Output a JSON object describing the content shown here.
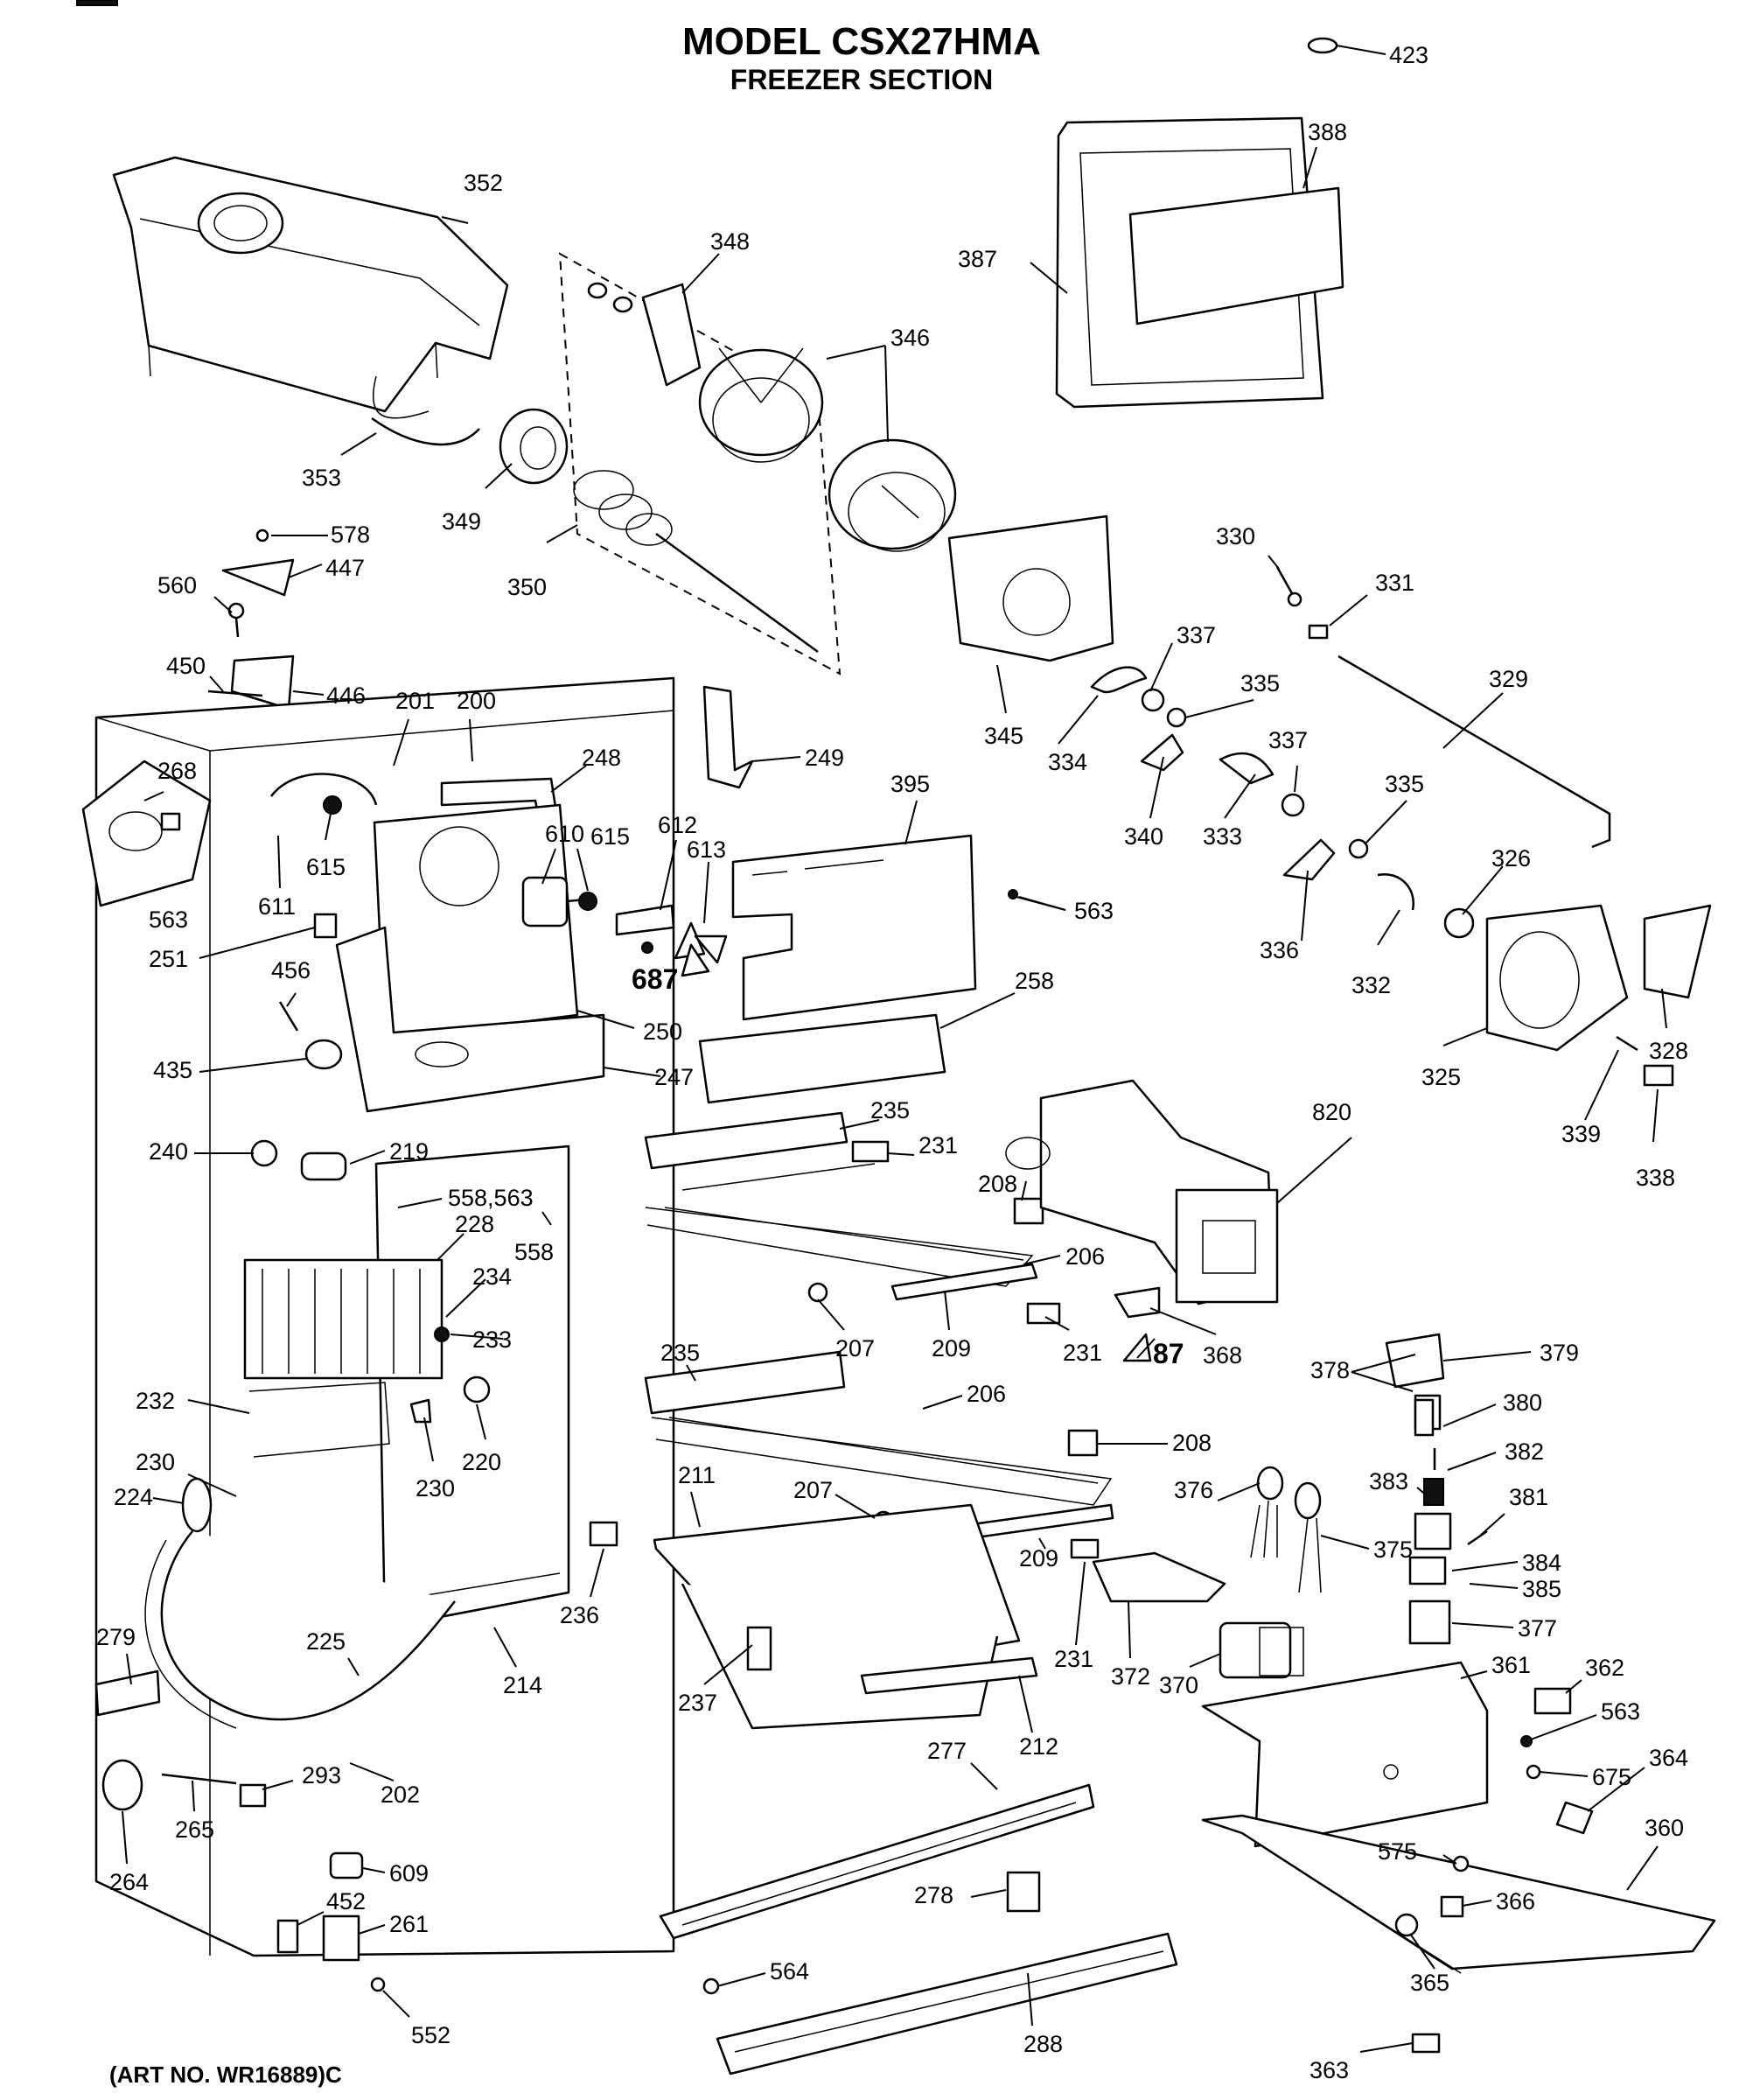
{
  "header": {
    "model": "MODEL CSX27HMA",
    "section": "FREEZER SECTION"
  },
  "footer": {
    "art_no": "(ART NO. WR16889)C"
  },
  "labels": {
    "p423": "423",
    "p388": "388",
    "p352": "352",
    "p348": "348",
    "p387": "387",
    "p346": "346",
    "p353": "353",
    "p349": "349",
    "p350": "350",
    "p578": "578",
    "p447": "447",
    "p560": "560",
    "p330": "330",
    "p331": "331",
    "p450": "450",
    "p446": "446",
    "p337a": "337",
    "p329": "329",
    "p335a": "335",
    "p345": "345",
    "p334": "334",
    "p201": "201",
    "p200": "200",
    "p249": "249",
    "p268": "268",
    "p248": "248",
    "p610": "610",
    "p612": "612",
    "p615a": "615",
    "p613": "613",
    "p615b": "615",
    "p395": "395",
    "p340": "340",
    "p337b": "337",
    "p333": "333",
    "p335b": "335",
    "p563a": "563",
    "p611": "611",
    "p326": "326",
    "p563b": "563",
    "p251": "251",
    "p687a": "687",
    "p336": "336",
    "p332": "332",
    "p456": "456",
    "p258": "258",
    "p250": "250",
    "p328": "328",
    "p435": "435",
    "p247": "247",
    "p325": "325",
    "p235a": "235",
    "p820": "820",
    "p231a": "231",
    "p240": "240",
    "p219": "219",
    "p339": "339",
    "p338": "338",
    "p558_563": "558,563",
    "p208a": "208",
    "p228": "228",
    "p558": "558",
    "p234": "234",
    "p206a": "206",
    "p233": "233",
    "p207a": "207",
    "p209a": "209",
    "p231b": "231",
    "p687b": "87",
    "p368": "368",
    "p379": "379",
    "p378": "378",
    "p235b": "235",
    "p232": "232",
    "p220": "220",
    "p206b": "206",
    "p380": "380",
    "p208b": "208",
    "p230a": "230",
    "p230b": "230",
    "p382": "382",
    "p224": "224",
    "p211": "211",
    "p207b": "207",
    "p376": "376",
    "p383": "383",
    "p381": "381",
    "p375": "375",
    "p209b": "209",
    "p384": "384",
    "p385": "385",
    "p236": "236",
    "p377": "377",
    "p279": "279",
    "p225": "225",
    "p214": "214",
    "p237": "237",
    "p231c": "231",
    "p372": "372",
    "p370": "370",
    "p361": "361",
    "p362": "362",
    "p563c": "563",
    "p212": "212",
    "p277": "277",
    "p293": "293",
    "p202": "202",
    "p675": "675",
    "p364": "364",
    "p265": "265",
    "p264": "264",
    "p609": "609",
    "p360": "360",
    "p575": "575",
    "p278": "278",
    "p366": "366",
    "p452": "452",
    "p261": "261",
    "p564": "564",
    "p365": "365",
    "p552": "552",
    "p288": "288",
    "p363": "363"
  }
}
